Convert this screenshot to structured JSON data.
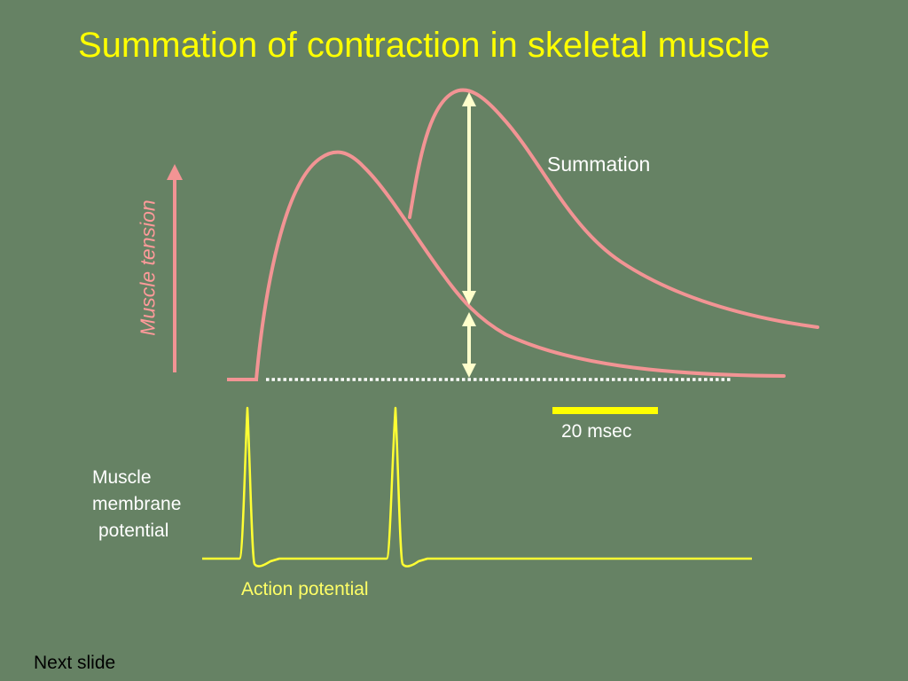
{
  "slide": {
    "title": "Summation of contraction in skeletal muscle",
    "next_link": "Next slide"
  },
  "diagram": {
    "labels": {
      "summation": "Summation",
      "scale_bar": "20 msec",
      "membrane_line1": "Muscle",
      "membrane_line2": "membrane",
      "membrane_line3": "potential",
      "action_potential": "Action potential",
      "y_axis": "Muscle tension"
    },
    "scale_bar_ms": 20,
    "colors": {
      "background": "#668264",
      "title": "#ffff00",
      "tension_curve": "#f29494",
      "membrane_trace": "#ffff33",
      "measure_arrows": "#ffffcc",
      "scale_bar": "#ffff00",
      "axis_arrow": "#f29494"
    }
  }
}
